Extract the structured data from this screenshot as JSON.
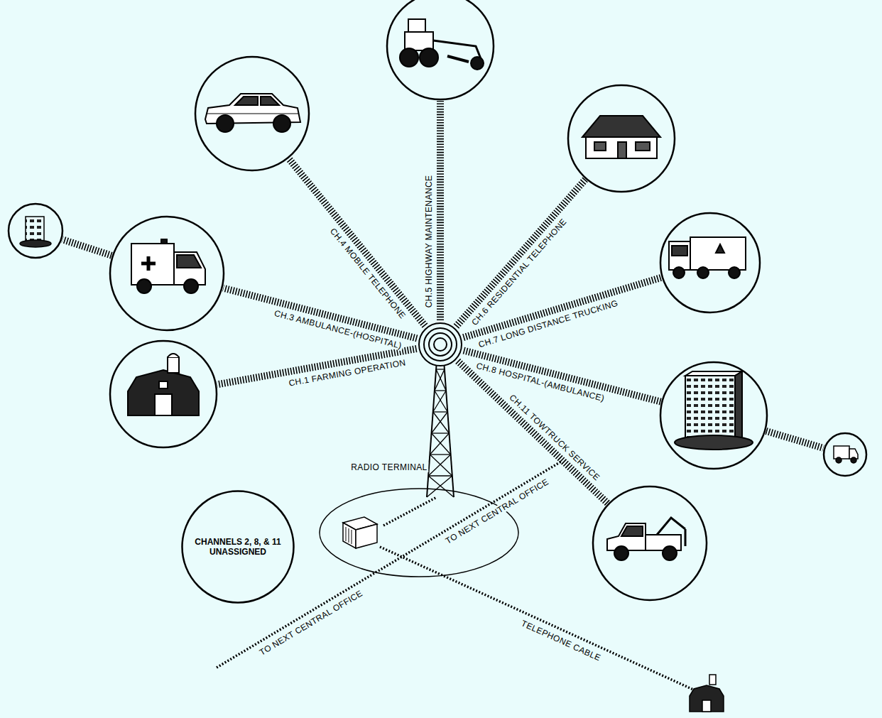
{
  "diagram": {
    "nodes": [
      {
        "text": [
          "CHANNELS 2, 8, & 11 UNASSIGNED"
        ]
      }
    ],
    "labels": [
      "CH.4 MOBILE TELEPHONE",
      "CH.5 HIGHWAY MAINTENANCE",
      "CH.6 RESIDENTIAL TELEPHONE",
      "CH.3 AMBULANCE-(HOSPITAL)",
      "CH.7 LONG DISTANCE TRUCKING",
      "CH.1 FARMING OPERATION",
      "CH.8 HOSPITAL-(AMBULANCE)",
      "CH.11 TOWTRUCK SERVICE",
      "RADIO TERMINAL",
      "TO NEXT CENTRAL OFFICE",
      "TO NEXT CENTRAL OFFICE",
      "TELEPHONE CABLE"
    ]
  }
}
